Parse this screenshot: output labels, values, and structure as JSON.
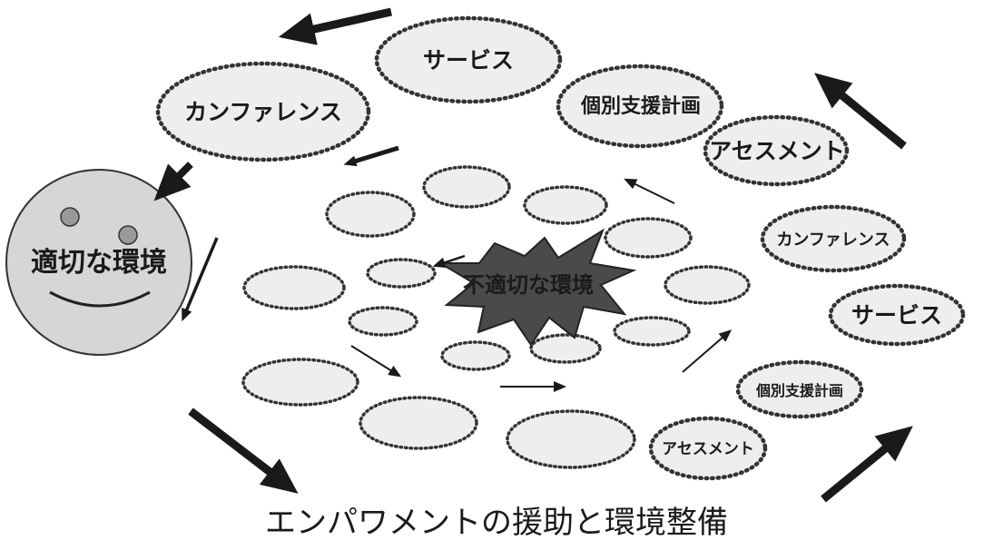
{
  "labels": {
    "outer_service_top": "サービス",
    "outer_conference_left": "カンファレンス",
    "individual_plan_top": "個別支援計画",
    "assessment_right": "アセスメント",
    "conference_right": "カンファレンス",
    "service_right": "サービス",
    "individual_plan_bottom": "個別支援計画",
    "assessment_bottom": "アセスメント",
    "appropriate_environment": "適切な環境",
    "inappropriate_environment": "不適切な環境"
  },
  "caption": "エンパワメントの援助と環境整備",
  "colors": {
    "ellipse_fill": "#eeeeee",
    "dot_border": "#333333",
    "star_fill": "#4a4a4a",
    "face_fill": "#d6d6d6",
    "arrow": "#1a1a1a"
  }
}
